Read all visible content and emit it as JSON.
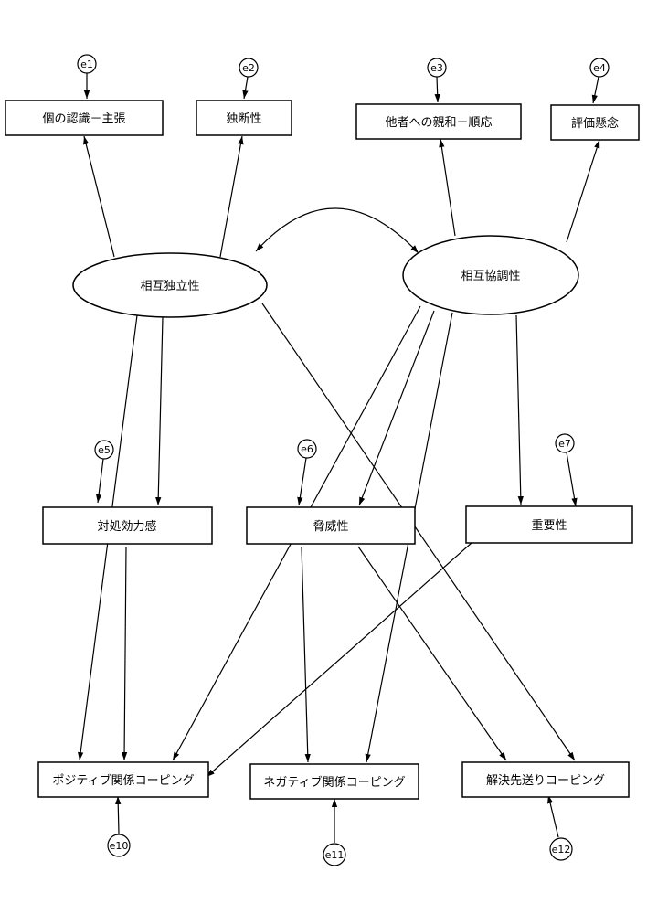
{
  "nodes": {
    "kojin_ninshiki": "個の認識－主張",
    "dokudansei": "独断性",
    "tasha_shinwa": "他者への親和－順応",
    "hyoka_kenen": "評価懸念",
    "sogo_dokuritsu": "相互独立性",
    "sogo_kyocho": "相互協調性",
    "taisho_koryoku": "対処効力感",
    "kyoisei": "脅威性",
    "juyosei": "重要性",
    "positive_coping": "ポジティブ関係コーピング",
    "negative_coping": "ネガティブ関係コーピング",
    "kaiketsu_coping": "解決先送りコーピング"
  },
  "errors": {
    "e1": "e1",
    "e2": "e2",
    "e3": "e3",
    "e4": "e4",
    "e5": "e5",
    "e6": "e6",
    "e7": "e7",
    "e10": "e10",
    "e11": "e11",
    "e12": "e12"
  }
}
